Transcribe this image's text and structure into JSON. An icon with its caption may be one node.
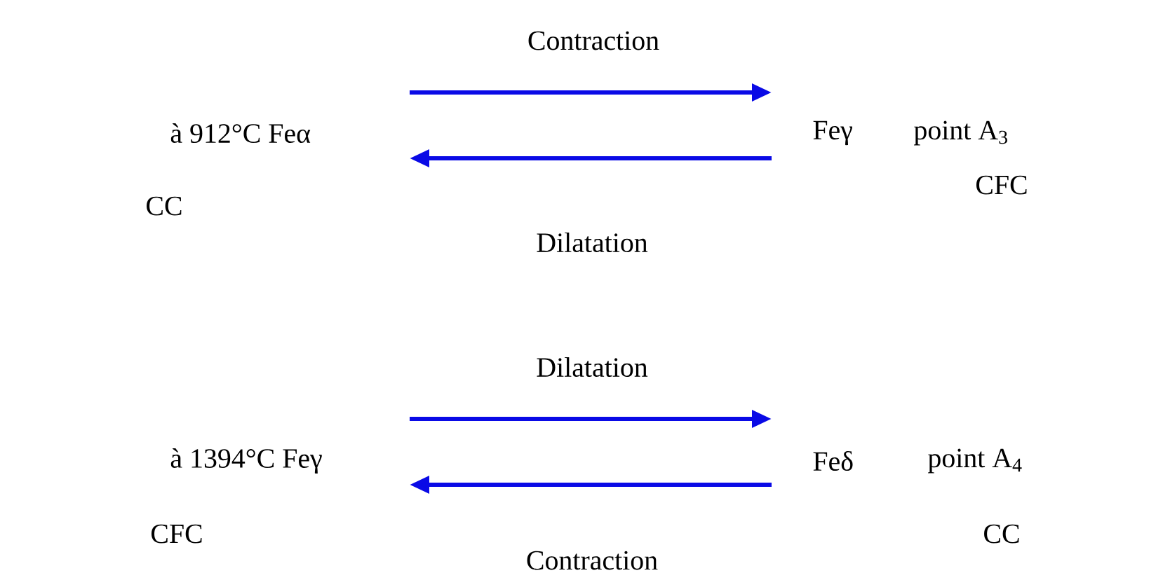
{
  "diagram": {
    "nodes": [
      {
        "text": [
          "à 912°C Feα"
        ],
        "beside": [
          "CC"
        ]
      },
      {
        "text": [
          "Feγ"
        ],
        "beside": [
          "point A$_{3}$",
          "CFC"
        ]
      },
      {
        "text": [
          "à 1394°C Feγ"
        ],
        "beside": [
          "CFC"
        ]
      },
      {
        "text": [
          "Feδ"
        ],
        "beside": [
          "point A$_{4}$",
          "CC"
        ]
      }
    ],
    "edges": [
      {
        "from": 0,
        "to": 1,
        "arrow": "to",
        "label": "Contraction"
      },
      {
        "from": 1,
        "to": 0,
        "arrow": "to",
        "label": "Dilatation"
      },
      {
        "from": 2,
        "to": 3,
        "arrow": "to",
        "label": "Dilatation"
      },
      {
        "from": 3,
        "to": 2,
        "arrow": "to",
        "label": "Contraction"
      }
    ]
  }
}
